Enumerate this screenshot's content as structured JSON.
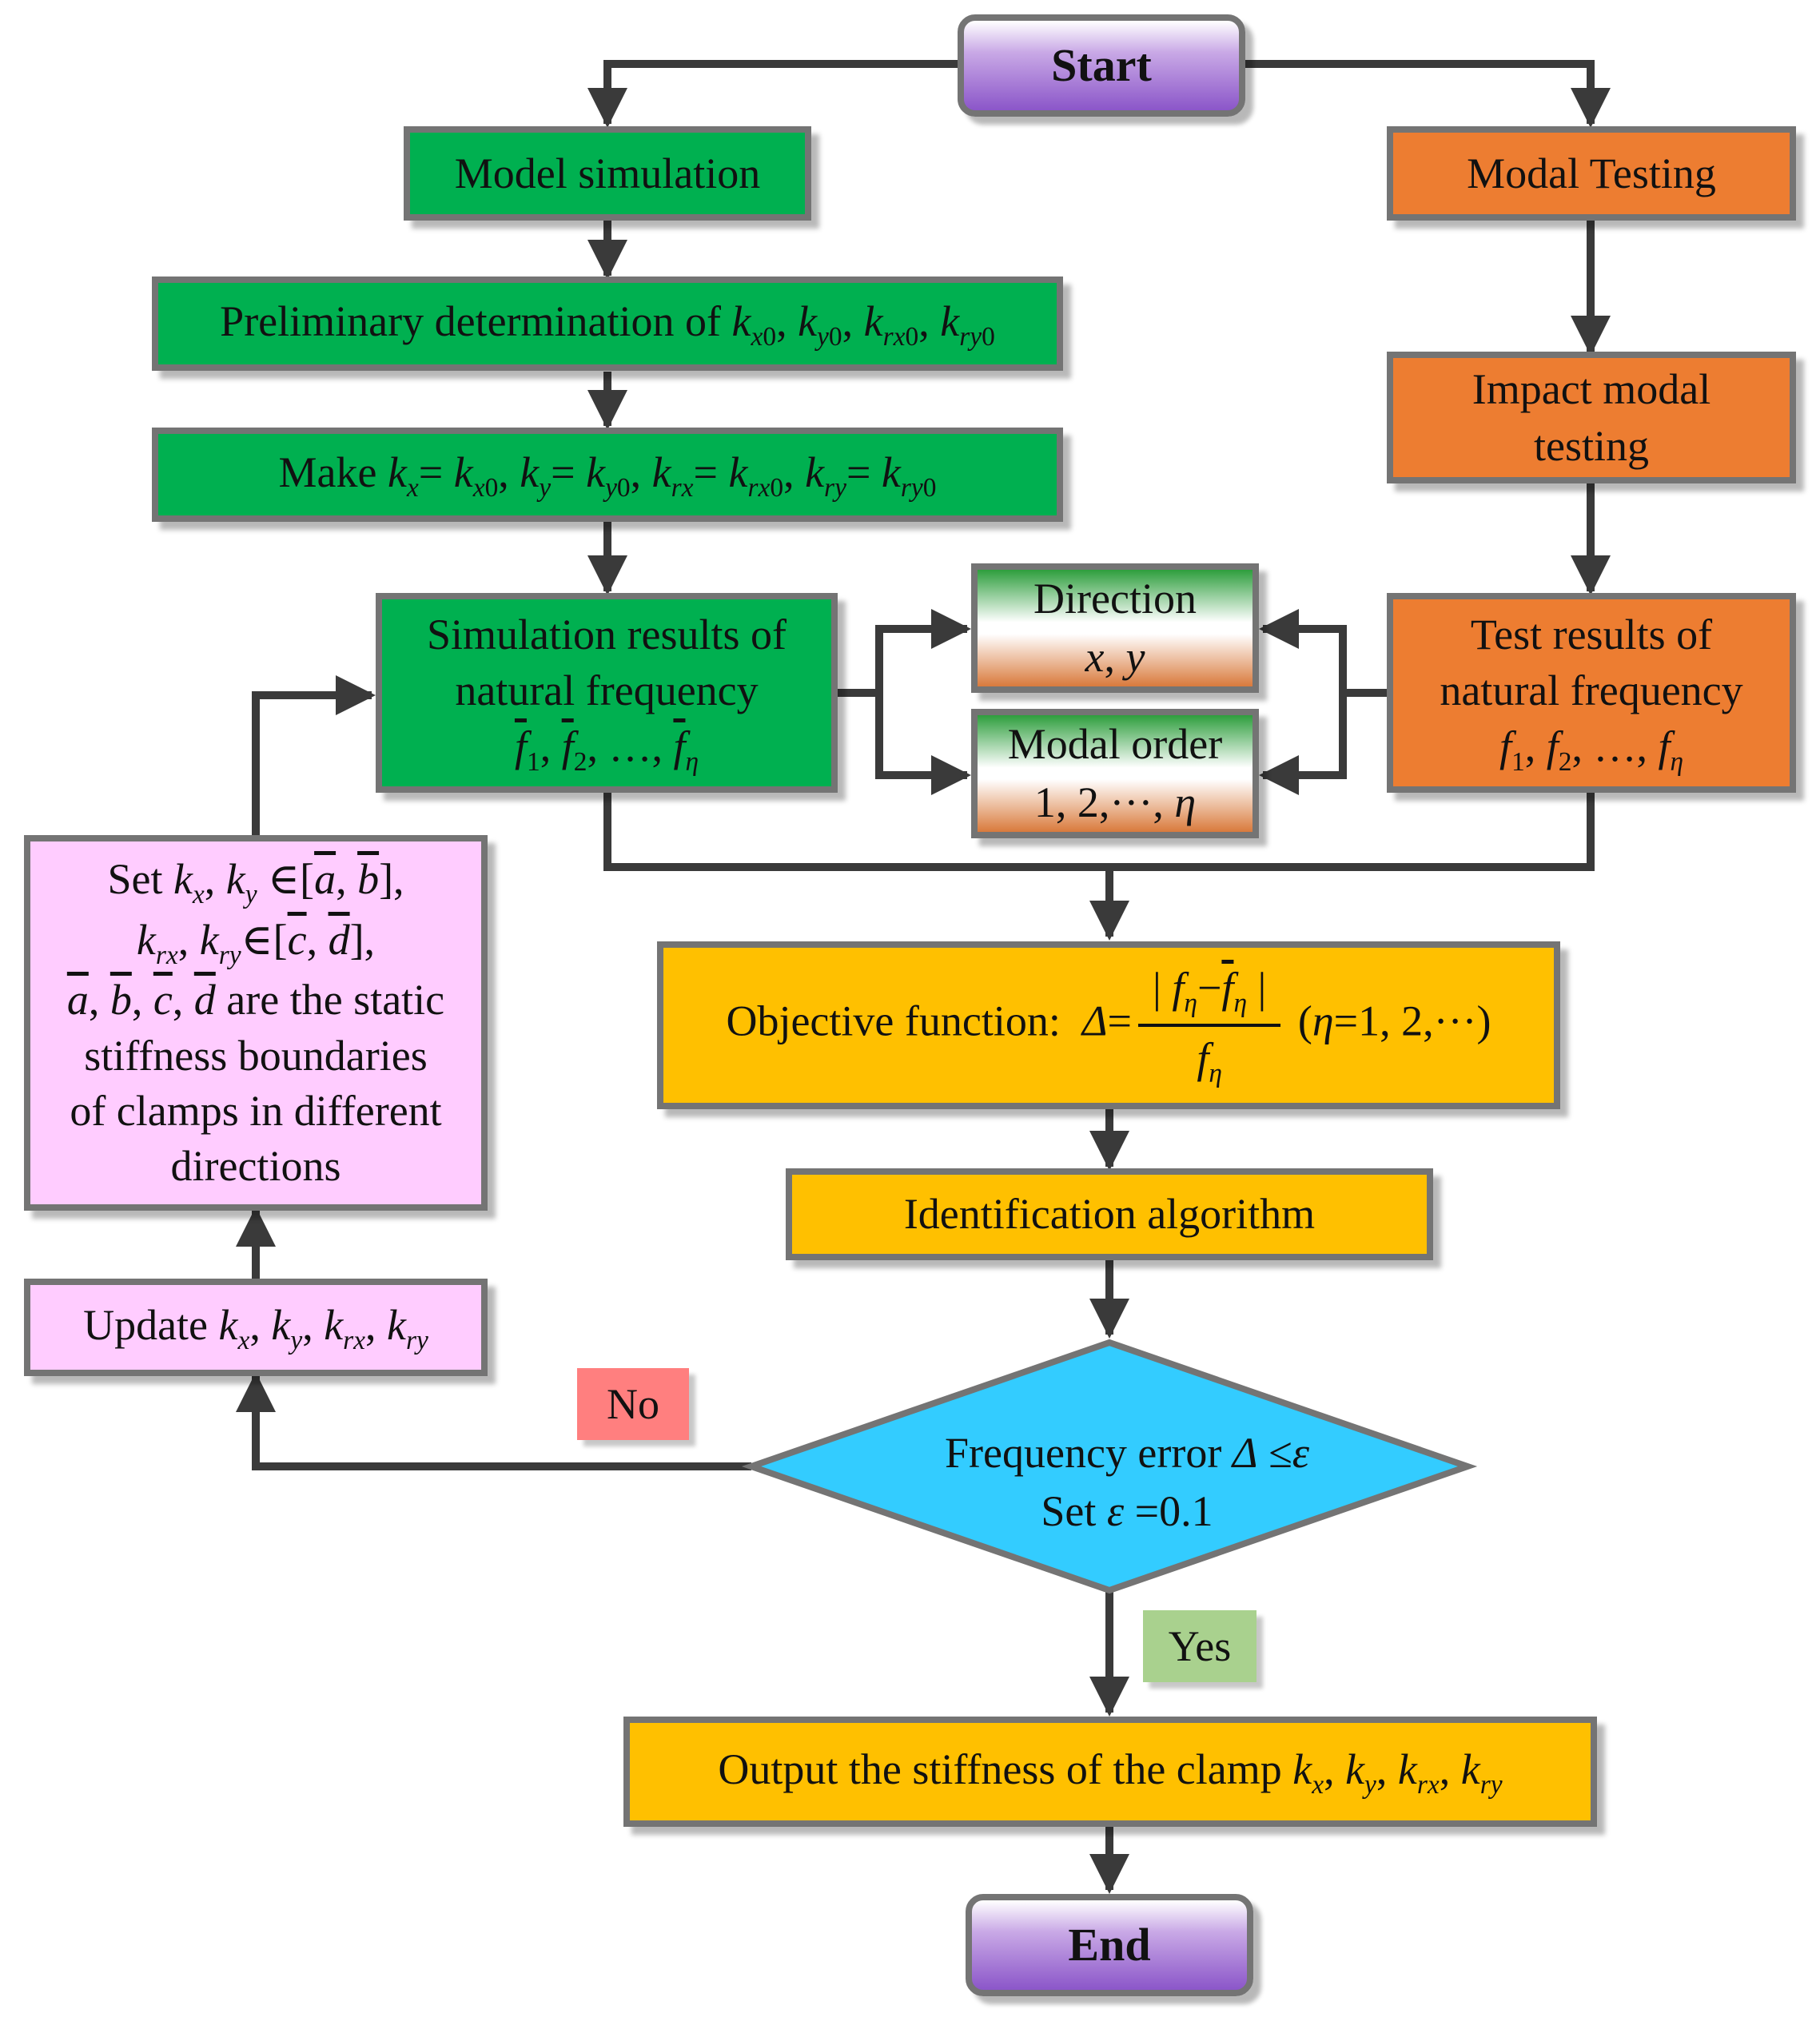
{
  "nodes": {
    "start": "Start",
    "model_simulation": "Model simulation",
    "preliminary": "Preliminary determination of k_x0, k_y0, k_rx0, k_ry0",
    "make": "Make k_x= k_x0, k_y= k_y0, k_rx= k_rx0, k_ry= k_ry0",
    "sim_results": [
      "Simulation results of",
      "natural frequency",
      "f̄1, f̄2, …, f̄η"
    ],
    "direction": [
      "Direction",
      "x, y"
    ],
    "modal_order": [
      "Modal order",
      "1, 2,···, η"
    ],
    "modal_testing": "Modal Testing",
    "impact": [
      "Impact modal",
      "testing"
    ],
    "test_results": [
      "Test results of",
      "natural frequency",
      "f1, f2, …, fη"
    ],
    "set_bounds": [
      "Set k_x, k_y ∈[ā, b̄],",
      "k_rx, k_ry∈[c̄, d̄],",
      "ā, b̄, c̄, d̄ are the static",
      "stiffness boundaries",
      "of clamps in different",
      "directions"
    ],
    "update": "Update k_x, k_y, k_rx, k_ry",
    "objective": {
      "label": "Objective function:",
      "lhs": "Δ",
      "numerator": "| fη−f̄η |",
      "denominator": "fη",
      "range": "(η=1, 2,···)"
    },
    "identification": "Identification algorithm",
    "decision": [
      "Frequency error Δ ≤ε",
      "Set ε =0.1"
    ],
    "output": "Output the stiffness of the clamp k_x, k_y, k_rx, k_ry",
    "end": "End"
  },
  "labels": {
    "no": "No",
    "yes": "Yes"
  },
  "colors": {
    "green": "#00B050",
    "orange": "#ED7D31",
    "yellow": "#FFC000",
    "pink": "#FFCCFF",
    "blue": "#33CCFF",
    "purple": "#8B56C9",
    "border": "#747474",
    "arrow": "#3A3A3A",
    "no_tag": "#FF7F7F",
    "yes_tag": "#A9D18E"
  }
}
